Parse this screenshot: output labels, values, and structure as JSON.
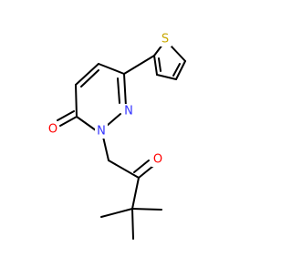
{
  "molecule": {
    "atoms": {
      "sulfur": "S",
      "nitrogen_ring_top": "N",
      "nitrogen_ring_bottom": "N",
      "oxygen_ring_carbonyl": "O",
      "oxygen_ketone": "O"
    },
    "colors": {
      "bond": "#000000",
      "sulfur": "#c8a800",
      "nitrogen": "#3333ff",
      "oxygen": "#ff0000"
    }
  }
}
